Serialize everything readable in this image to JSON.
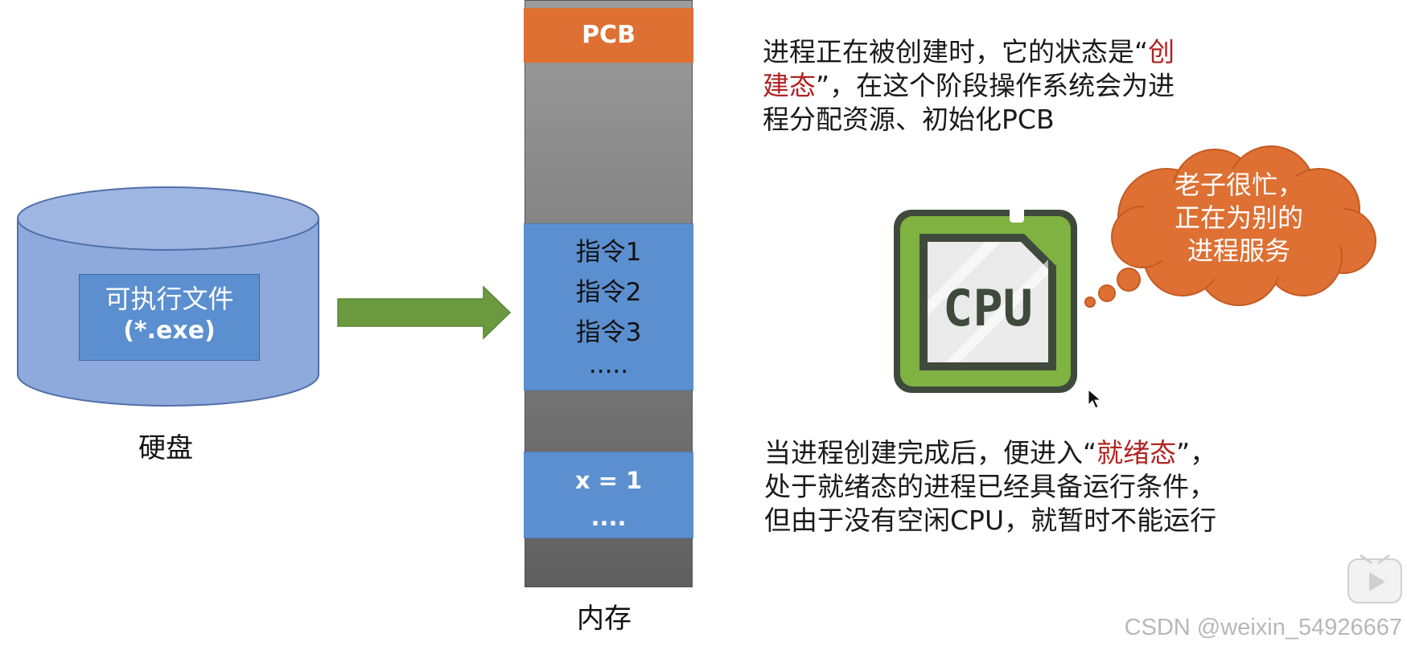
{
  "disk": {
    "label_line1": "可执行文件",
    "label_line2": "(*.exe)",
    "caption": "硬盘"
  },
  "memory": {
    "pcb_label": "PCB",
    "instructions": [
      "指令1",
      "指令2",
      "指令3",
      "....."
    ],
    "data_lines": [
      "x = 1",
      "...."
    ],
    "caption": "内存"
  },
  "text_top": {
    "part1": "进程正在被创建时，它的状态是“",
    "highlight_a": "创",
    "highlight_b": "建态",
    "part2": "”，在这个阶段操作系统会为进",
    "part3": "程分配资源、初始化PCB"
  },
  "cpu": {
    "chip_label": "CPU",
    "thought_lines": [
      "老子很忙，",
      "正在为别的",
      "进程服务"
    ]
  },
  "text_bottom": {
    "part1": "当进程创建完成后，便进入“",
    "highlight": "就绪态",
    "part2": "”，",
    "line2": "处于就绪态的进程已经具备运行条件，",
    "line3": "但由于没有空闲CPU，就暂时不能运行"
  },
  "watermark": "CSDN @weixin_54926667",
  "colors": {
    "disk_fill": "#8ea9db",
    "memory_segment_blue": "#5b8fcf",
    "pcb_orange": "#de7033",
    "arrow_green": "#6b9a3e",
    "highlight_red": "#b22222",
    "cpu_green": "#7fb241",
    "cloud_orange": "#de7033"
  }
}
